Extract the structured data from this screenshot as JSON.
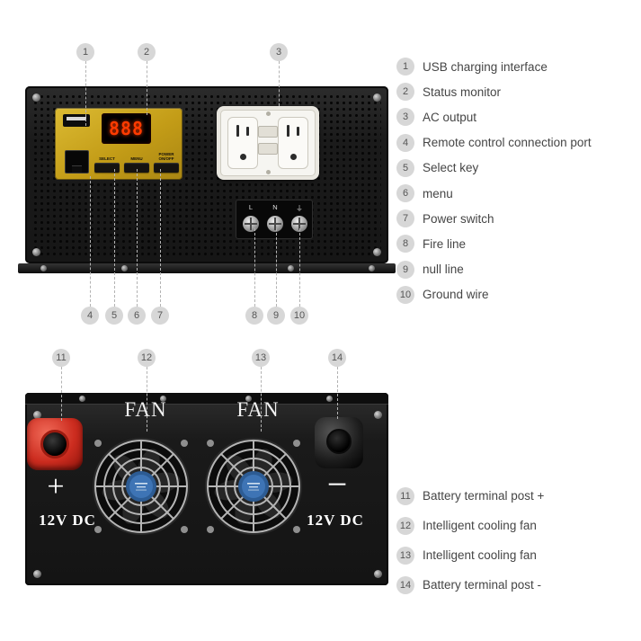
{
  "callouts": [
    "1",
    "2",
    "3",
    "4",
    "5",
    "6",
    "7",
    "8",
    "9",
    "10",
    "11",
    "12",
    "13",
    "14"
  ],
  "legend_top": {
    "items": [
      {
        "num": "1",
        "label": "USB charging interface"
      },
      {
        "num": "2",
        "label": "Status monitor"
      },
      {
        "num": "3",
        "label": "AC output"
      },
      {
        "num": "4",
        "label": "Remote control connection port"
      },
      {
        "num": "5",
        "label": "Select key"
      },
      {
        "num": "6",
        "label": "menu"
      },
      {
        "num": "7",
        "label": "Power switch"
      },
      {
        "num": "8",
        "label": "Fire line"
      },
      {
        "num": "9",
        "label": "null line"
      },
      {
        "num": "10",
        "label": "Ground wire"
      }
    ]
  },
  "legend_bottom": {
    "items": [
      {
        "num": "11",
        "label": "Battery terminal post +"
      },
      {
        "num": "12",
        "label": "Intelligent cooling fan"
      },
      {
        "num": "13",
        "label": "Intelligent cooling fan"
      },
      {
        "num": "14",
        "label": "Battery terminal post -"
      }
    ]
  },
  "front_panel": {
    "display_value": "888",
    "select_label": "SELECT",
    "menu_label": "MENU",
    "power_label": "POWER ON/OFF",
    "terminal_labels": {
      "live": "L",
      "neutral": "N",
      "ground": "⏚"
    }
  },
  "back_panel": {
    "fan_label_left": "FAN",
    "fan_label_right": "FAN",
    "positive_symbol": "+",
    "negative_symbol": "−",
    "voltage_left": "12V DC",
    "voltage_right": "12V DC"
  },
  "colors": {
    "panel_yellow": "#c39c17",
    "display_red": "#ff3b00",
    "terminal_red": "#cc2c1f",
    "fan_hub_blue": "#3b74b5",
    "legend_circle_gray": "#d7d7d7",
    "unit_black": "#1b1b1b"
  }
}
